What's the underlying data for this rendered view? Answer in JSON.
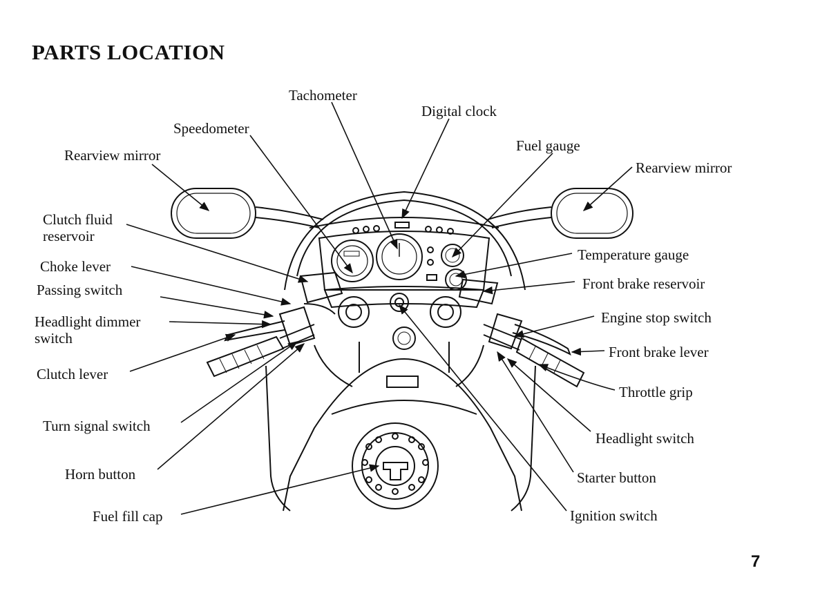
{
  "title": "PARTS LOCATION",
  "page_number": "7",
  "labels": {
    "tachometer": "Tachometer",
    "digital_clock": "Digital clock",
    "speedometer": "Speedometer",
    "fuel_gauge": "Fuel gauge",
    "rearview_mirror_left": "Rearview mirror",
    "rearview_mirror_right": "Rearview mirror",
    "clutch_fluid_reservoir_1": "Clutch fluid",
    "clutch_fluid_reservoir_2": "reservoir",
    "choke_lever": "Choke lever",
    "passing_switch": "Passing switch",
    "headlight_dimmer_switch_1": "Headlight dimmer",
    "headlight_dimmer_switch_2": "switch",
    "clutch_lever": "Clutch lever",
    "turn_signal_switch": "Turn signal switch",
    "horn_button": "Horn button",
    "fuel_fill_cap": "Fuel fill cap",
    "temperature_gauge": "Temperature gauge",
    "front_brake_reservoir": "Front brake reservoir",
    "engine_stop_switch": "Engine stop switch",
    "front_brake_lever": "Front brake lever",
    "throttle_grip": "Throttle grip",
    "headlight_switch": "Headlight switch",
    "starter_button": "Starter button",
    "ignition_switch": "Ignition switch"
  }
}
